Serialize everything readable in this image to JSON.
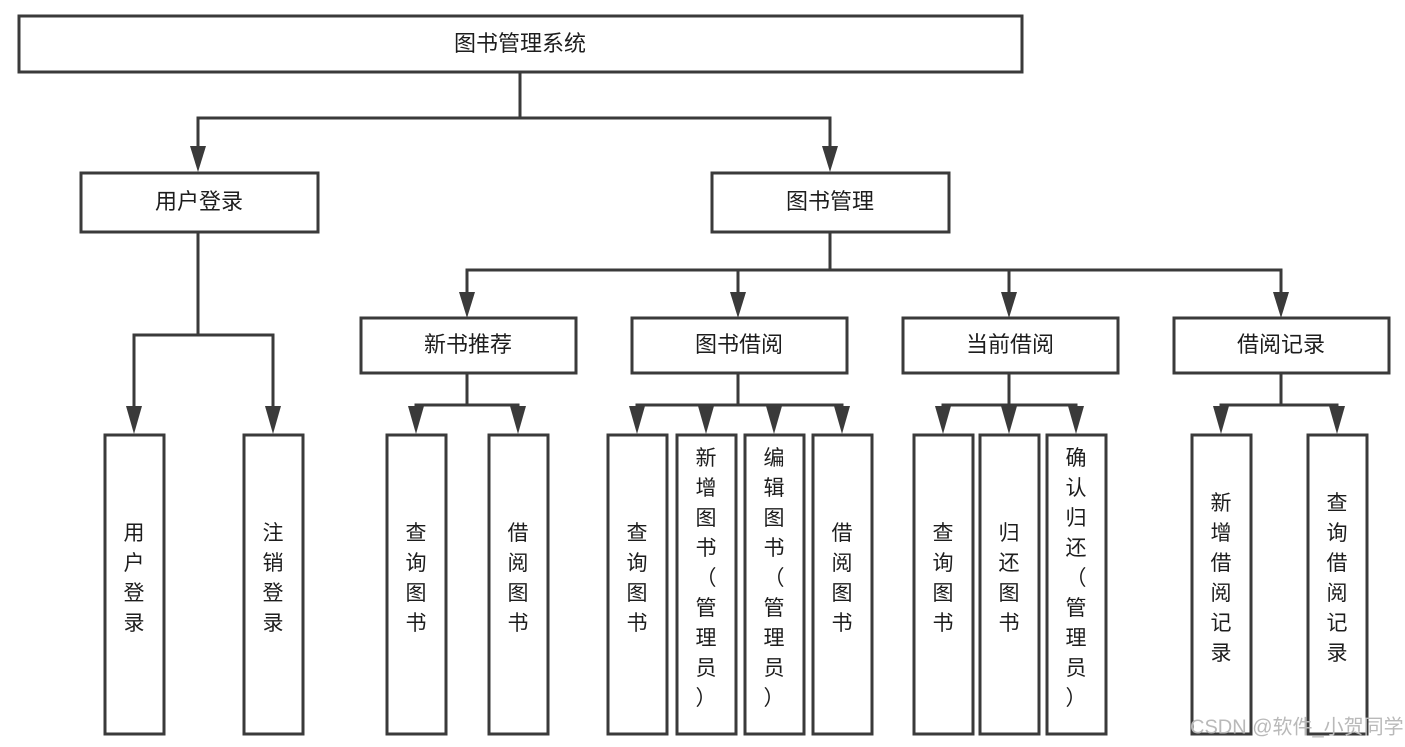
{
  "diagram": {
    "title": "图书管理系统",
    "type": "hierarchy-tree",
    "root": {
      "id": "root",
      "label": "图书管理系统",
      "orientation": "horizontal"
    },
    "level1": [
      {
        "id": "user-login",
        "label": "用户登录",
        "orientation": "horizontal"
      },
      {
        "id": "book-management",
        "label": "图书管理",
        "orientation": "horizontal"
      }
    ],
    "level2": [
      {
        "id": "new-book-recommend",
        "label": "新书推荐",
        "parent": "book-management",
        "orientation": "horizontal"
      },
      {
        "id": "book-borrow",
        "label": "图书借阅",
        "parent": "book-management",
        "orientation": "horizontal"
      },
      {
        "id": "current-borrow",
        "label": "当前借阅",
        "parent": "book-management",
        "orientation": "horizontal"
      },
      {
        "id": "borrow-record",
        "label": "借阅记录",
        "parent": "book-management",
        "orientation": "horizontal"
      }
    ],
    "leaves": [
      {
        "id": "leaf-user-login",
        "parent": "user-login",
        "orientation": "vertical",
        "chars": [
          "用",
          "户",
          "登",
          "录"
        ]
      },
      {
        "id": "leaf-logout",
        "parent": "user-login",
        "orientation": "vertical",
        "chars": [
          "注",
          "销",
          "登",
          "录"
        ]
      },
      {
        "id": "leaf-query-book-1",
        "parent": "new-book-recommend",
        "orientation": "vertical",
        "chars": [
          "查",
          "询",
          "图",
          "书"
        ]
      },
      {
        "id": "leaf-borrow-book-1",
        "parent": "new-book-recommend",
        "orientation": "vertical",
        "chars": [
          "借",
          "阅",
          "图",
          "书"
        ]
      },
      {
        "id": "leaf-query-book-2",
        "parent": "book-borrow",
        "orientation": "vertical",
        "chars": [
          "查",
          "询",
          "图",
          "书"
        ]
      },
      {
        "id": "leaf-add-book",
        "parent": "book-borrow",
        "orientation": "vertical",
        "chars": [
          "新",
          "增",
          "图",
          "书",
          "（",
          "管",
          "理",
          "员",
          "）"
        ]
      },
      {
        "id": "leaf-edit-book",
        "parent": "book-borrow",
        "orientation": "vertical",
        "chars": [
          "编",
          "辑",
          "图",
          "书",
          "（",
          "管",
          "理",
          "员",
          "）"
        ]
      },
      {
        "id": "leaf-borrow-book-2",
        "parent": "book-borrow",
        "orientation": "vertical",
        "chars": [
          "借",
          "阅",
          "图",
          "书"
        ]
      },
      {
        "id": "leaf-query-book-3",
        "parent": "current-borrow",
        "orientation": "vertical",
        "chars": [
          "查",
          "询",
          "图",
          "书"
        ]
      },
      {
        "id": "leaf-return-book",
        "parent": "current-borrow",
        "orientation": "vertical",
        "chars": [
          "归",
          "还",
          "图",
          "书"
        ]
      },
      {
        "id": "leaf-confirm-return",
        "parent": "current-borrow",
        "orientation": "vertical",
        "chars": [
          "确",
          "认",
          "归",
          "还",
          "（",
          "管",
          "理",
          "员",
          "）"
        ]
      },
      {
        "id": "leaf-add-record",
        "parent": "borrow-record",
        "orientation": "vertical",
        "chars": [
          "新",
          "增",
          "借",
          "阅",
          "记",
          "录"
        ]
      },
      {
        "id": "leaf-query-record",
        "parent": "borrow-record",
        "orientation": "vertical",
        "chars": [
          "查",
          "询",
          "借",
          "阅",
          "记",
          "录"
        ]
      }
    ],
    "leaf_labels": {
      "leaf-user-login": "用户登录",
      "leaf-logout": "注销登录",
      "leaf-query-book-1": "查询图书",
      "leaf-borrow-book-1": "借阅图书",
      "leaf-query-book-2": "查询图书",
      "leaf-add-book": "新增图书（管理员）",
      "leaf-edit-book": "编辑图书（管理员）",
      "leaf-borrow-book-2": "借阅图书",
      "leaf-query-book-3": "查询图书",
      "leaf-return-book": "归还图书",
      "leaf-confirm-return": "确认归还（管理员）",
      "leaf-add-record": "新增借阅记录",
      "leaf-query-record": "查询借阅记录"
    },
    "colors": {
      "box_stroke": "#3a3a3a",
      "box_fill": "#ffffff",
      "text": "#1d1d1d",
      "background": "#ffffff",
      "watermark": "#b9b9b9"
    }
  },
  "watermark": {
    "text": "CSDN @软件_小贺同学"
  }
}
